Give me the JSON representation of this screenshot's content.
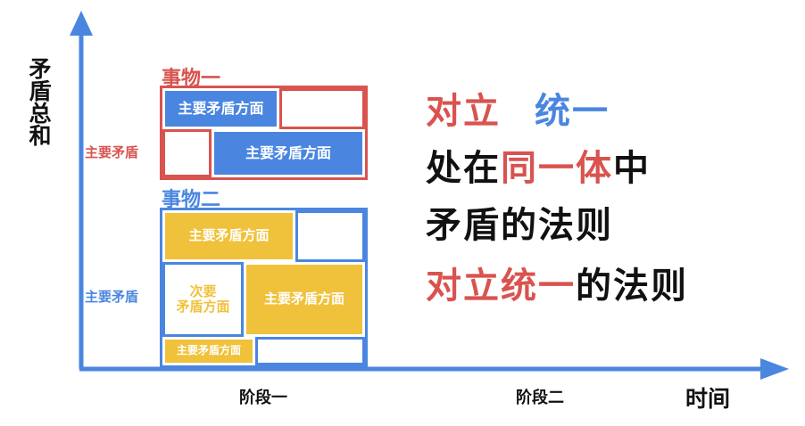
{
  "colors": {
    "red": "#d9534f",
    "blue": "#4a86e0",
    "yellow": "#f0c23b",
    "black": "#111111"
  },
  "axes": {
    "y_label": "矛盾总和",
    "x_label": "时间",
    "stages": [
      "阶段一",
      "阶段二"
    ]
  },
  "thing1": {
    "title": "事物一",
    "side_label": "主要矛盾",
    "cell_a": "主要矛盾方面",
    "cell_b": "主要矛盾方面"
  },
  "thing2": {
    "title": "事物二",
    "side_label": "主要矛盾",
    "cell_a": "主要矛盾方面",
    "cell_b_line1": "次要",
    "cell_b_line2": "矛盾方面",
    "cell_c": "主要矛盾方面",
    "cell_d": "主要矛盾方面"
  },
  "statements": {
    "line1_part1": "对立",
    "line1_part2": "统一",
    "line2_part1": "处在",
    "line2_part2": "同一体",
    "line2_part3": "中",
    "line3": "矛盾的法则",
    "line4_part1": "对立统一",
    "line4_part2": "的法则"
  }
}
